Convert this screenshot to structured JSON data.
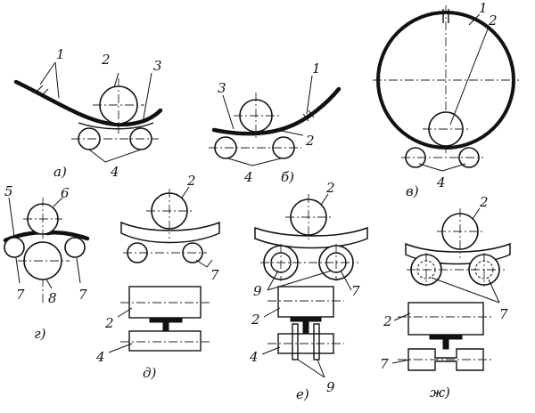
{
  "panels": {
    "a": {
      "caption": "а)",
      "labels": [
        "1",
        "2",
        "3",
        "4"
      ]
    },
    "b": {
      "caption": "б)",
      "labels": [
        "3",
        "1",
        "2",
        "4"
      ]
    },
    "v": {
      "caption": "в)",
      "labels": [
        "1",
        "2",
        "4"
      ]
    },
    "g": {
      "caption": "г)",
      "labels": [
        "5",
        "6",
        "7",
        "7",
        "8"
      ]
    },
    "d": {
      "caption": "д)",
      "labels": [
        "2",
        "7",
        "2",
        "4"
      ]
    },
    "e": {
      "caption": "е)",
      "labels": [
        "2",
        "9",
        "7",
        "2",
        "4",
        "9"
      ]
    },
    "zh": {
      "caption": "ж)",
      "labels": [
        "2",
        "7",
        "2",
        "7"
      ]
    }
  }
}
